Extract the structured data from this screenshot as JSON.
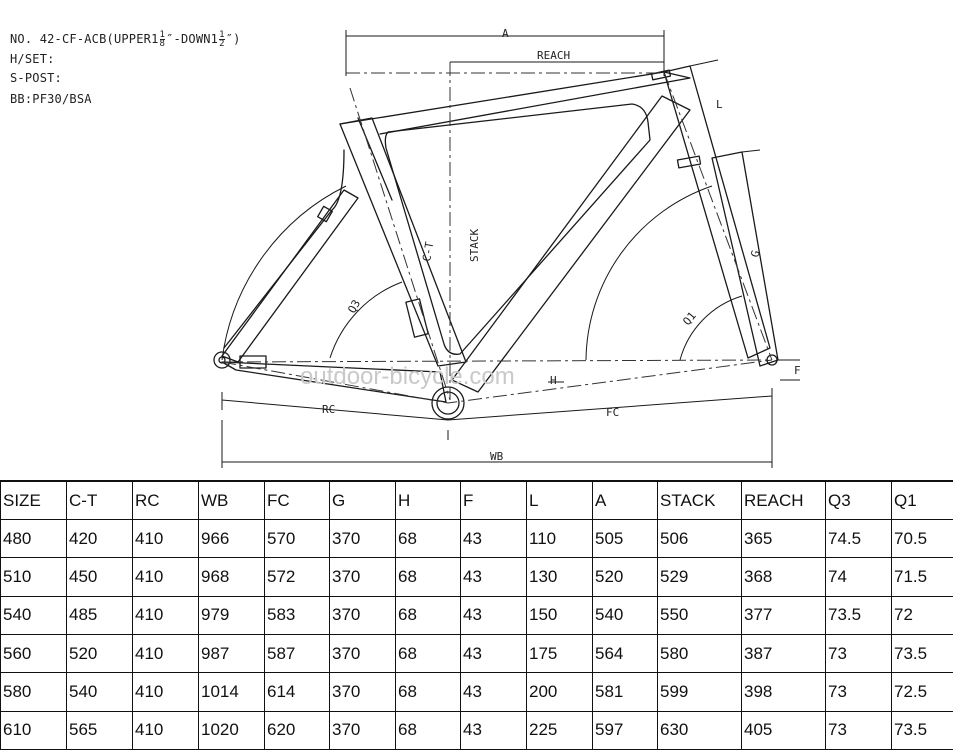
{
  "spec": {
    "model": "NO. 42-CF-ACB(UPPER1",
    "upper_frac_num": "1",
    "upper_frac_den": "8",
    "model_mid": "″-DOWN1",
    "down_frac_num": "1",
    "down_frac_den": "2",
    "model_end": "″)",
    "headset": "H/SET:",
    "seatpost": "S-POST:",
    "bottom_bracket": "BB:PF30/BSA"
  },
  "dimension_labels": {
    "a": "A",
    "reach": "REACH",
    "stack": "STACK",
    "ct": "C-T",
    "q3": "Q3",
    "q1": "Q1",
    "l": "L",
    "g": "G",
    "h": "H",
    "f": "F",
    "rc": "RC",
    "fc": "FC",
    "wb": "WB"
  },
  "watermark": "outdoor-bicycle.com",
  "table": {
    "headers": [
      "SIZE",
      "C-T",
      "RC",
      "WB",
      "FC",
      "G",
      "H",
      "F",
      "L",
      "A",
      "STACK",
      "REACH",
      "Q3",
      "Q1"
    ],
    "rows": [
      [
        "480",
        "420",
        "410",
        "966",
        "570",
        "370",
        "68",
        "43",
        "110",
        "505",
        "506",
        "365",
        "74.5",
        "70.5"
      ],
      [
        "510",
        "450",
        "410",
        "968",
        "572",
        "370",
        "68",
        "43",
        "130",
        "520",
        "529",
        "368",
        "74",
        "71.5"
      ],
      [
        "540",
        "485",
        "410",
        "979",
        "583",
        "370",
        "68",
        "43",
        "150",
        "540",
        "550",
        "377",
        "73.5",
        "72"
      ],
      [
        "560",
        "520",
        "410",
        "987",
        "587",
        "370",
        "68",
        "43",
        "175",
        "564",
        "580",
        "387",
        "73",
        "73.5"
      ],
      [
        "580",
        "540",
        "410",
        "1014",
        "614",
        "370",
        "68",
        "43",
        "200",
        "581",
        "599",
        "398",
        "73",
        "72.5"
      ],
      [
        "610",
        "565",
        "410",
        "1020",
        "620",
        "370",
        "68",
        "43",
        "225",
        "597",
        "630",
        "405",
        "73",
        "73.5"
      ]
    ]
  }
}
